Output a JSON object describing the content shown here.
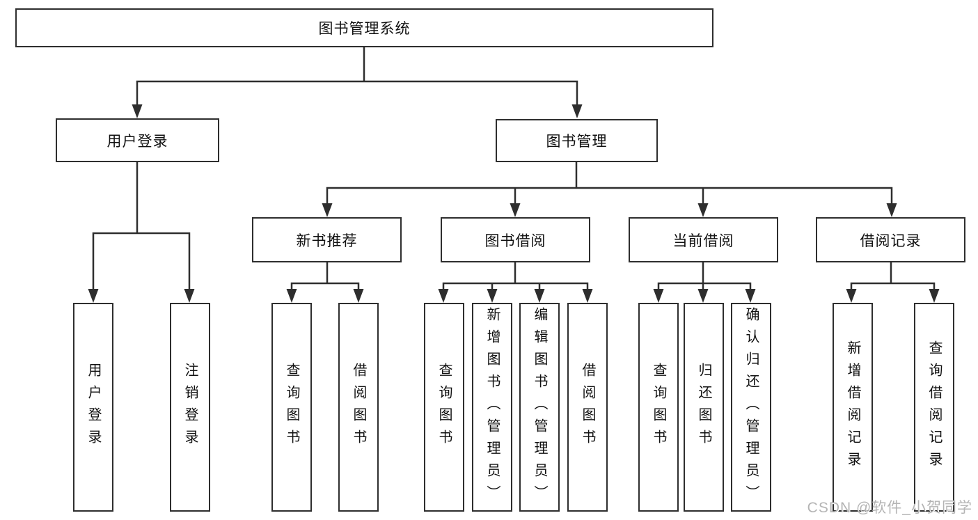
{
  "diagram_type": "hierarchy-tree",
  "tree": {
    "root_label": "图书管理系统",
    "branches": [
      {
        "label": "用户登录",
        "leaves": [
          {
            "label": "用户登录"
          },
          {
            "label": "注销登录"
          }
        ]
      },
      {
        "label": "图书管理",
        "groups": [
          {
            "label": "新书推荐",
            "leaves": [
              {
                "label": "查询图书"
              },
              {
                "label": "借阅图书"
              }
            ]
          },
          {
            "label": "图书借阅",
            "leaves": [
              {
                "label": "查询图书"
              },
              {
                "label": "新增图书（管理员）"
              },
              {
                "label": "编辑图书（管理员）"
              },
              {
                "label": "借阅图书"
              }
            ]
          },
          {
            "label": "当前借阅",
            "leaves": [
              {
                "label": "查询图书"
              },
              {
                "label": "归还图书"
              },
              {
                "label": "确认归还（管理员）"
              }
            ]
          },
          {
            "label": "借阅记录",
            "leaves": [
              {
                "label": "新增借阅记录"
              },
              {
                "label": "查询借阅记录"
              }
            ]
          }
        ]
      }
    ]
  },
  "colors": {
    "line": "#2e2e2e",
    "text": "#111111",
    "box_background": "#ffffff",
    "watermark": "#b4b4b4"
  },
  "watermark": {
    "text": "CSDN @软件_小贺同学"
  }
}
